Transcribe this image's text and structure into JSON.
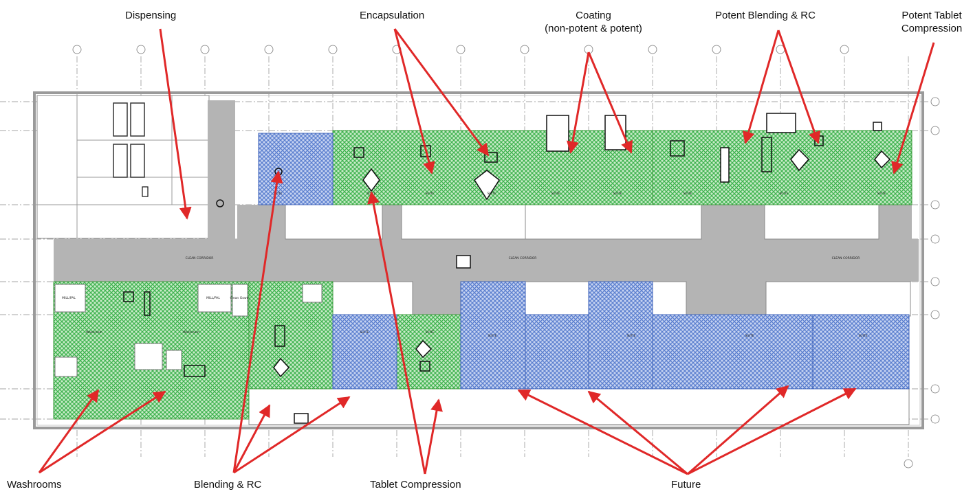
{
  "colors": {
    "green_zone": "#3fb34f",
    "blue_zone": "#5b7fcf",
    "corridor": "#b4b4b4",
    "arrow": "#e02828"
  },
  "labels_top": {
    "dispensing": "Dispensing",
    "encapsulation": "Encapsulation",
    "coating_line1": "Coating",
    "coating_line2": "(non-potent & potent)",
    "potent_blending": "Potent Blending & RC",
    "potent_tablet_line1": "Potent Tablet",
    "potent_tablet_line2": "Compression"
  },
  "labels_bottom": {
    "washrooms": "Washrooms",
    "blending": "Blending & RC",
    "tablet_compression": "Tablet Compression",
    "future": "Future"
  },
  "rooms": {
    "clean_corridor": "CLEAN CORRIDOR",
    "suite": "SUITE",
    "washroom": "Washroom",
    "mill": "MILL/PAL",
    "cleaner": "Clean Gown"
  }
}
